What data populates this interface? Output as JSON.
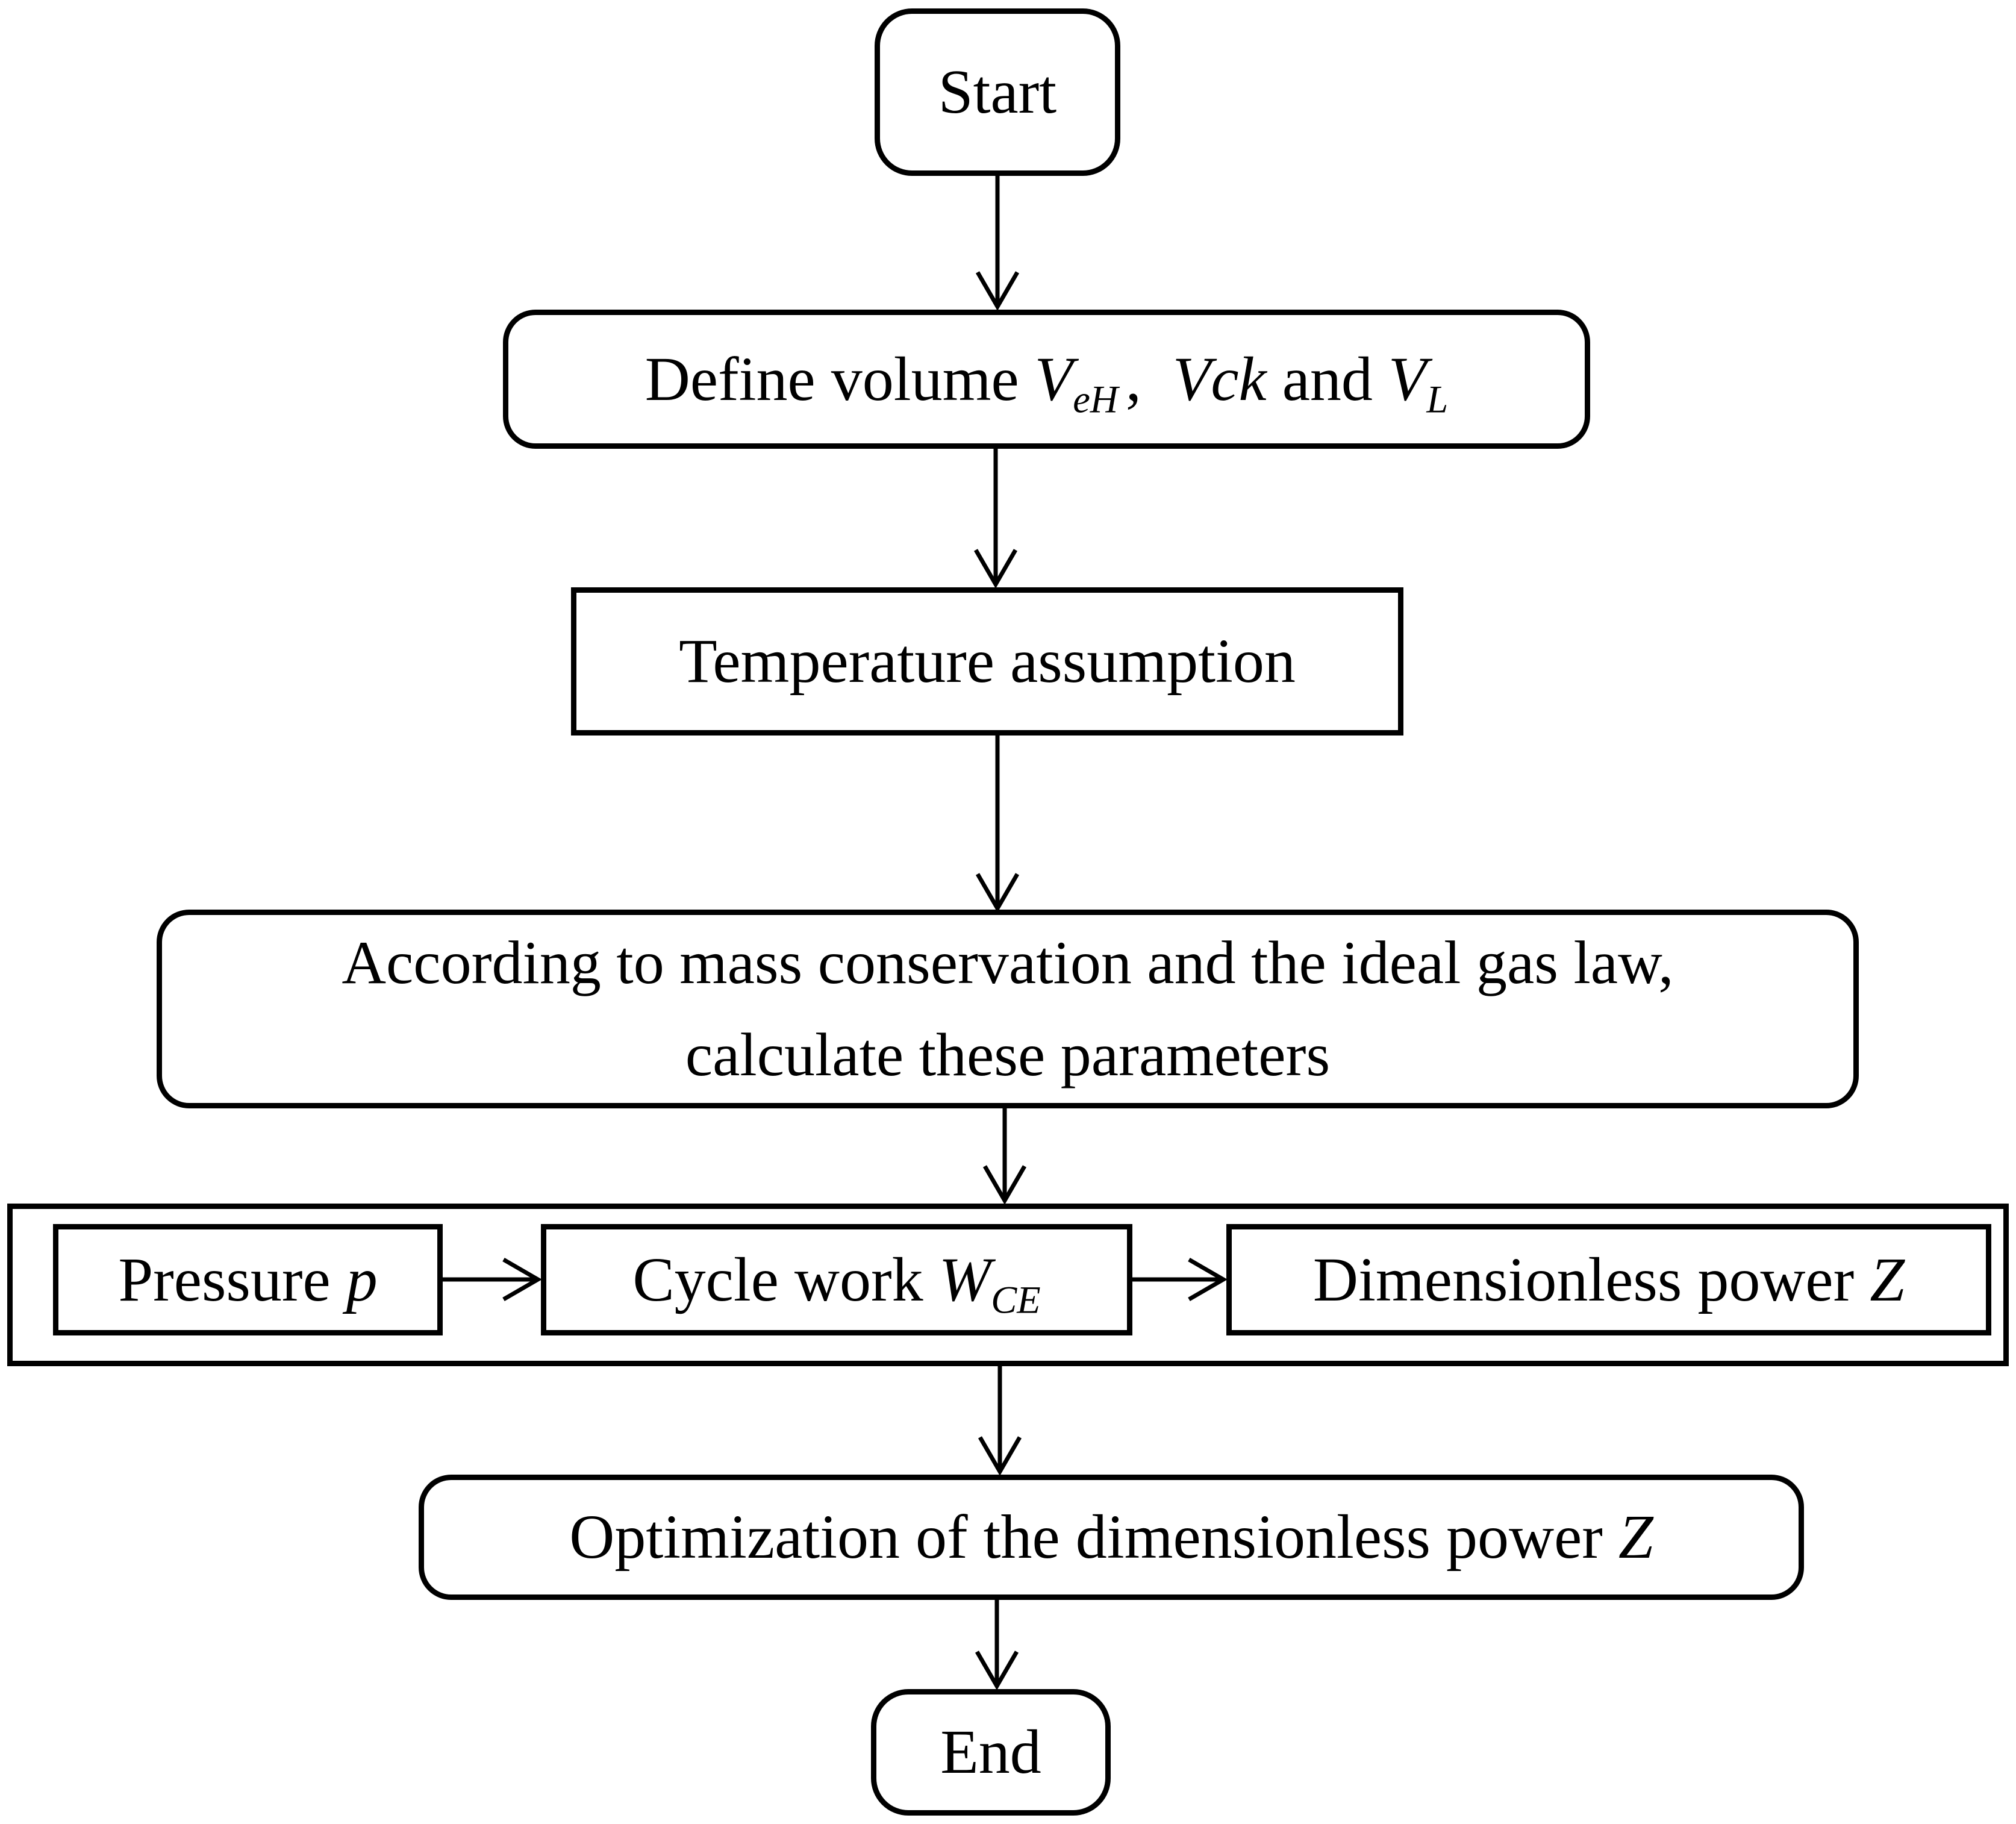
{
  "colors": {
    "ink": "#000000",
    "background": "#ffffff"
  },
  "diagram": {
    "type": "flowchart",
    "direction": "top-down",
    "nodes": {
      "start": {
        "shape": "terminator",
        "label": "Start"
      },
      "define_volume": {
        "shape": "rounded-process",
        "label": "Define volume VeH, Vck and VL",
        "parts": {
          "t1": "Define volume ",
          "v1": "V",
          "v1sub": "eH",
          "comma": ",",
          "v2": "Vck",
          "t2": " and ",
          "v3": "V",
          "v3sub": "L"
        }
      },
      "temperature": {
        "shape": "process",
        "label": "Temperature assumption"
      },
      "mass_conservation": {
        "shape": "rounded-process",
        "label": "According to mass conservation and the ideal gas law, calculate these parameters",
        "line1": "According to mass conservation and the ideal gas law,",
        "line2": "calculate these parameters"
      },
      "parallel_group": {
        "shape": "container",
        "label": ""
      },
      "pressure": {
        "shape": "process",
        "label": "Pressure p",
        "parts": {
          "t1": "Pressure ",
          "v1": "p"
        }
      },
      "cycle_work": {
        "shape": "process",
        "label": "Cycle work WCE",
        "parts": {
          "t1": "Cycle work ",
          "v1": "W",
          "v1sub": "CE"
        }
      },
      "dimensionless_power": {
        "shape": "process",
        "label": "Dimensionless power Z",
        "parts": {
          "t1": "Dimensionless power ",
          "v1": "Z"
        }
      },
      "optimization": {
        "shape": "rounded-process",
        "label": "Optimization of the dimensionless power Z",
        "parts": {
          "t1": "Optimization of the dimensionless power ",
          "v1": "Z"
        }
      },
      "end": {
        "shape": "terminator",
        "label": "End"
      }
    },
    "edges": [
      {
        "from": "start",
        "to": "define_volume",
        "style": "arrow-down"
      },
      {
        "from": "define_volume",
        "to": "temperature",
        "style": "arrow-down"
      },
      {
        "from": "temperature",
        "to": "mass_conservation",
        "style": "arrow-down"
      },
      {
        "from": "mass_conservation",
        "to": "parallel_group",
        "style": "arrow-down"
      },
      {
        "from": "pressure",
        "to": "cycle_work",
        "style": "arrow-right"
      },
      {
        "from": "cycle_work",
        "to": "dimensionless_power",
        "style": "arrow-right"
      },
      {
        "from": "parallel_group",
        "to": "optimization",
        "style": "arrow-down"
      },
      {
        "from": "optimization",
        "to": "end",
        "style": "arrow-down"
      }
    ]
  }
}
